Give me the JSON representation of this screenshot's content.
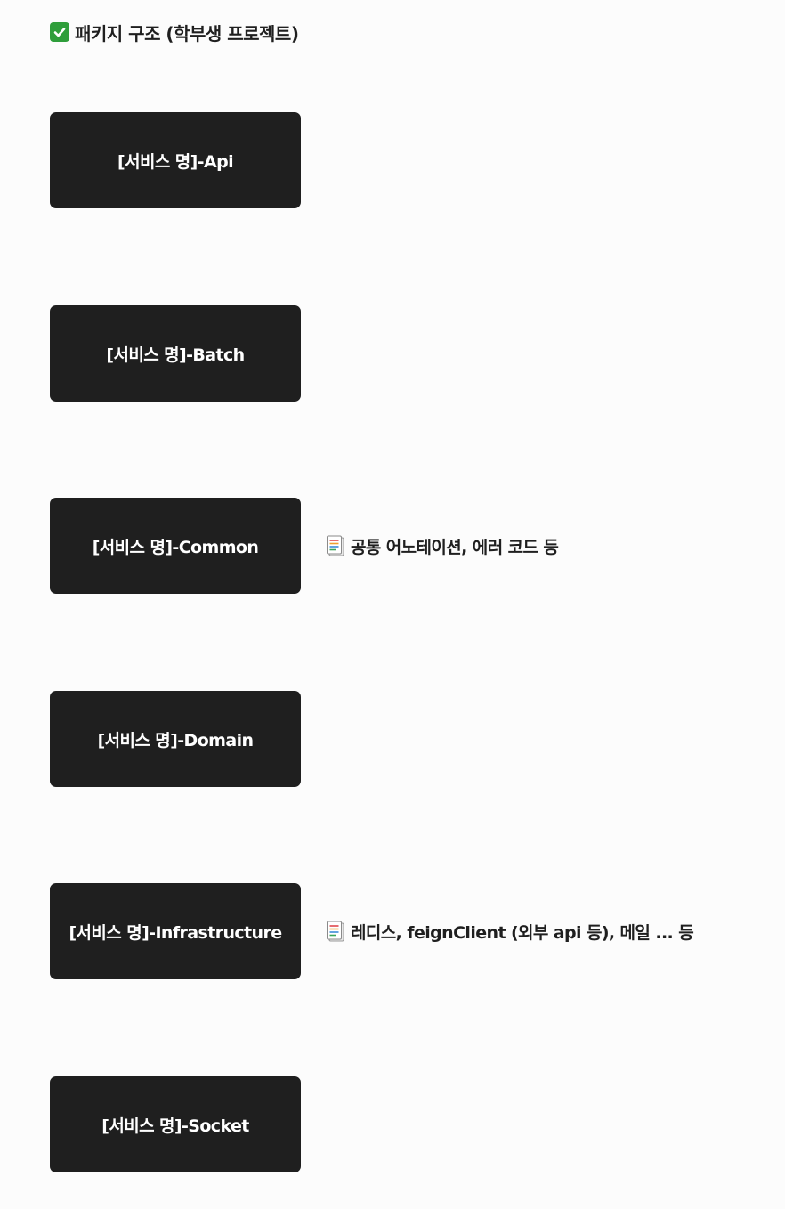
{
  "header": {
    "icon": "check-mark-icon",
    "title": "패키지 구조 (학부생 프로젝트)"
  },
  "modules": [
    {
      "label": "[서비스 명]-Api"
    },
    {
      "label": "[서비스 명]-Batch"
    },
    {
      "label": "[서비스 명]-Common",
      "note": "공통 어노테이션, 에러 코드 등",
      "note_icon": "memo-icon"
    },
    {
      "label": "[서비스 명]-Domain"
    },
    {
      "label": "[서비스 명]-Infrastructure",
      "note": "레디스, feignClient (외부 api 등), 메일 ... 등",
      "note_icon": "memo-icon"
    },
    {
      "label": "[서비스 명]-Socket"
    }
  ],
  "colors": {
    "box_bg": "#1f1f1f",
    "box_text": "#ffffff",
    "page_bg": "#fcfcfc",
    "check": "#2f9e3b"
  }
}
